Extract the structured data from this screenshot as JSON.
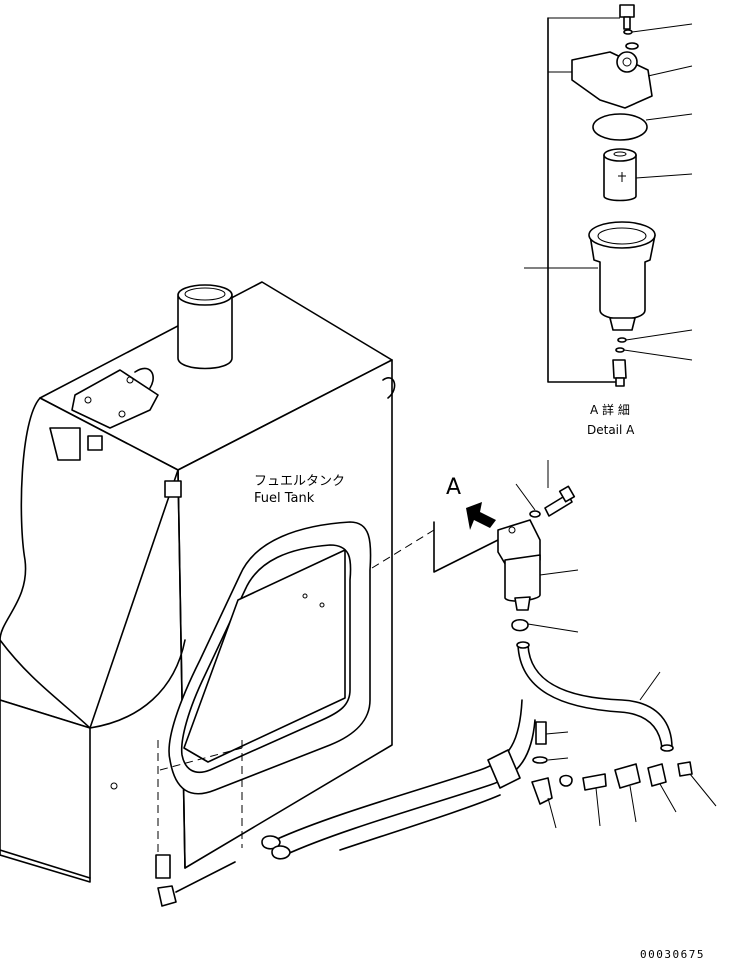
{
  "tank_label_jp": "フュエルタンク",
  "tank_label_en": "Fuel Tank",
  "view_marker": "A",
  "detail_label_jp": "A 詳 細",
  "detail_label_en": "Detail A",
  "drawing_number": "00030675"
}
